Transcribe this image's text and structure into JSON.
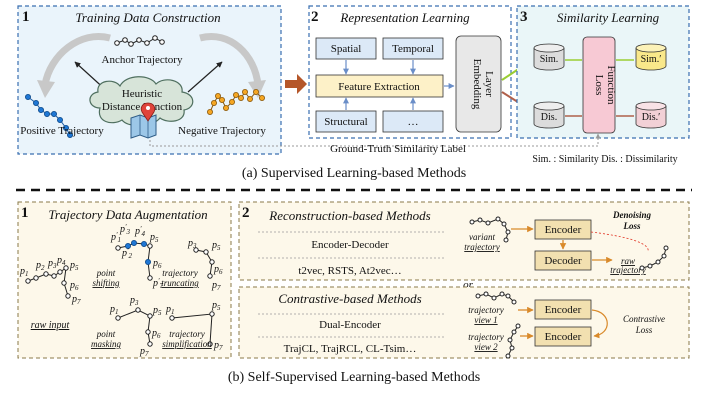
{
  "panel_a": {
    "section1": {
      "number": "1",
      "title": "Training Data Construction",
      "anchor": "Anchor Trajectory",
      "heuristic_line1": "Heuristic",
      "heuristic_line2": "Distance Function",
      "positive": "Positive Trajectory",
      "negative": "Negative Trajectory"
    },
    "section2": {
      "number": "2",
      "title": "Representation Learning",
      "spatial": "Spatial",
      "temporal": "Temporal",
      "feature_extraction": "Feature Extraction",
      "structural": "Structural",
      "ellipsis": "…",
      "embedding_line1": "Embedding",
      "embedding_line2": "Layer"
    },
    "section3": {
      "number": "3",
      "title": "Similarity Learning",
      "sim": "Sim.",
      "dis": "Dis.",
      "sim_prime": "Sim.′",
      "dis_prime": "Dis.′",
      "loss_line1": "Loss",
      "loss_line2": "Function"
    },
    "ground_truth": "Ground-Truth Similarity Label",
    "legend": "Sim. : Similarity   Dis. : Dissimilarity",
    "caption": "(a) Supervised Learning-based Methods"
  },
  "panel_b": {
    "section1": {
      "number": "1",
      "title": "Trajectory Data Augmentation",
      "raw_input": "raw input",
      "point_shifting_1": "point",
      "point_shifting_2": "shifting",
      "trajectory_truncating_1": "trajectory",
      "trajectory_truncating_2": "truncating",
      "point_masking_1": "point",
      "point_masking_2": "masking",
      "trajectory_simplification_1": "trajectory",
      "trajectory_simplification_2": "simplification"
    },
    "section2": {
      "number": "2",
      "recon_title": "Reconstruction-based Methods",
      "recon_model": "Encoder-Decoder",
      "recon_examples": "t2vec, RSTS, At2vec…",
      "variant_1": "variant",
      "variant_2": "trajectory",
      "encoder": "Encoder",
      "decoder": "Decoder",
      "raw_traj_1": "raw",
      "raw_traj_2": "trajectory",
      "denoising_1": "Denoising",
      "denoising_2": "Loss",
      "or": "or",
      "contrastive_title": "Contrastive-based Methods",
      "contrastive_model": "Dual-Encoder",
      "contrastive_examples": "TrajCL, TrajRCL, CL-Tsim…",
      "view1_1": "trajectory",
      "view1_2": "view 1",
      "view2_1": "trajectory",
      "view2_2": "view 2",
      "contrastive_loss_1": "Contrastive",
      "contrastive_loss_2": "Loss"
    },
    "caption": "(b) Self-Supervised Learning-based Methods"
  },
  "colors": {
    "green_number": "#9acd32",
    "red_number": "#e03020",
    "title_green": "#7ab648",
    "title_red": "#d42a2a",
    "title_teal": "#2ab3b3",
    "title_blue": "#6a8ec8",
    "box_blue": "#dce9f7",
    "box_yellow": "#fdf5d3",
    "loss_pink": "#f7c9d4",
    "sim_yellow": "#f9e88a",
    "dis_pink": "#f2d0d6",
    "panel_bg": "#fdf8ea",
    "point_blue": "#1f77d4",
    "point_orange": "#f5a623"
  }
}
